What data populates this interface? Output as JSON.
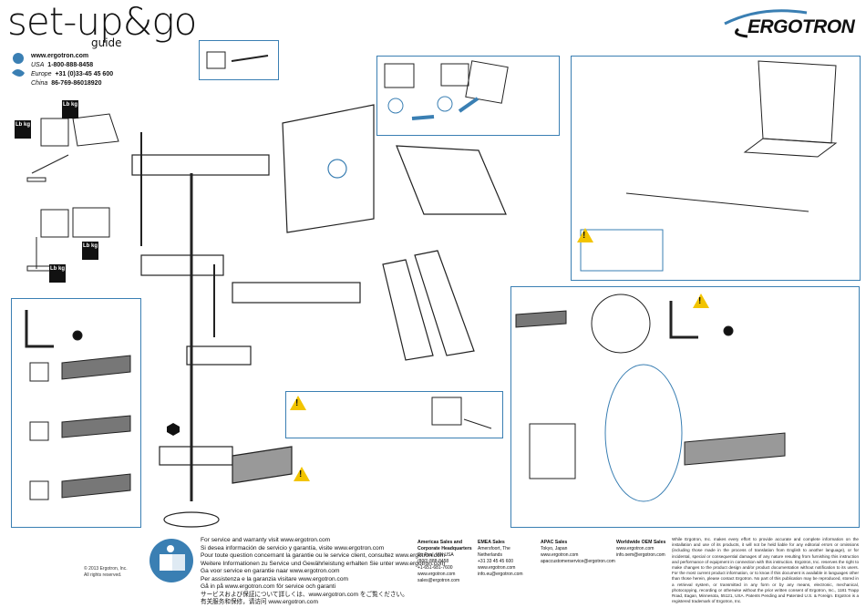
{
  "header": {
    "title": "set-up&go",
    "subtitle": "guide",
    "brand": "ERGOTRON",
    "brand_color": "#111111",
    "accent_color": "#3a7fb3",
    "warning_color": "#f2c400"
  },
  "contact": {
    "web": "www.ergotron.com",
    "phones": [
      {
        "region": "USA",
        "number": "1-800-888-8458"
      },
      {
        "region": "Europe",
        "number": "+31 (0)33-45 45 600"
      },
      {
        "region": "China",
        "number": "86-769-86018920"
      }
    ]
  },
  "weight_labels": [
    "Lb kg",
    "Lb kg",
    "Lb kg",
    "Lb kg"
  ],
  "service_lines": [
    "For service and warranty visit www.ergotron.com",
    "Si desea información de servicio y garantía, visite www.ergotron.com",
    "Pour toute question concernant la garantie ou le service client, consultez www.ergotron.com",
    "Weitere Informationen zu Service und Gewährleistung erhalten Sie unter www.ergotron.com",
    "Ga voor service en garantie naar www.ergotron.com",
    "Per assistenza e la garanzia visitare www.ergotron.com",
    "Gå in på www.ergotron.com för service och garanti",
    "サービスおよび保証について詳しくは、www.ergotron.com をご覧ください。",
    "有关服务和保修，请访问 www.ergotron.com"
  ],
  "copyright": [
    "© 2013 Ergotron, Inc.",
    "All rights reserved."
  ],
  "offices": [
    {
      "heading": "Americas Sales and Corporate Headquarters",
      "lines": [
        "St. Paul, MN USA",
        "(800) 888-8458",
        "+1-651-681-7600",
        "www.ergotron.com",
        "sales@ergotron.com"
      ]
    },
    {
      "heading": "EMEA Sales",
      "lines": [
        "Amersfoort, The Netherlands",
        "+31 33 45 45 600",
        "www.ergotron.com",
        "info.eu@ergotron.com"
      ]
    },
    {
      "heading": "APAC Sales",
      "lines": [
        "Tokyo, Japan",
        "www.ergotron.com",
        "apaccustomerservice@ergotron.com"
      ]
    },
    {
      "heading": "Worldwide OEM Sales",
      "lines": [
        "www.ergotron.com",
        "info.oem@ergotron.com"
      ]
    }
  ],
  "legal": "While Ergotron, Inc. makes every effort to provide accurate and complete information on the installation and use of its products, it will not be held liable for any editorial errors or omissions (including those made in the process of translation from English to another language), or for incidental, special or consequential damages of any nature resulting from furnishing this instruction and performance of equipment in connection with this instruction. Ergotron, Inc. reserves the right to make changes to the product design and/or product documentation without notification to its users. For the most current product information, or to know if this document is available in languages other than those herein, please contact Ergotron. No part of this publication may be reproduced, stored in a retrieval system, or transmitted in any form or by any means, electronic, mechanical, photocopying, recording or otherwise without the prior written consent of Ergotron, Inc., 1181 Trapp Road, Eagan, Minnesota, 55121, USA. Patents Pending and Patented U.S. & Foreign. Ergotron is a registered trademark of Ergotron, Inc."
}
